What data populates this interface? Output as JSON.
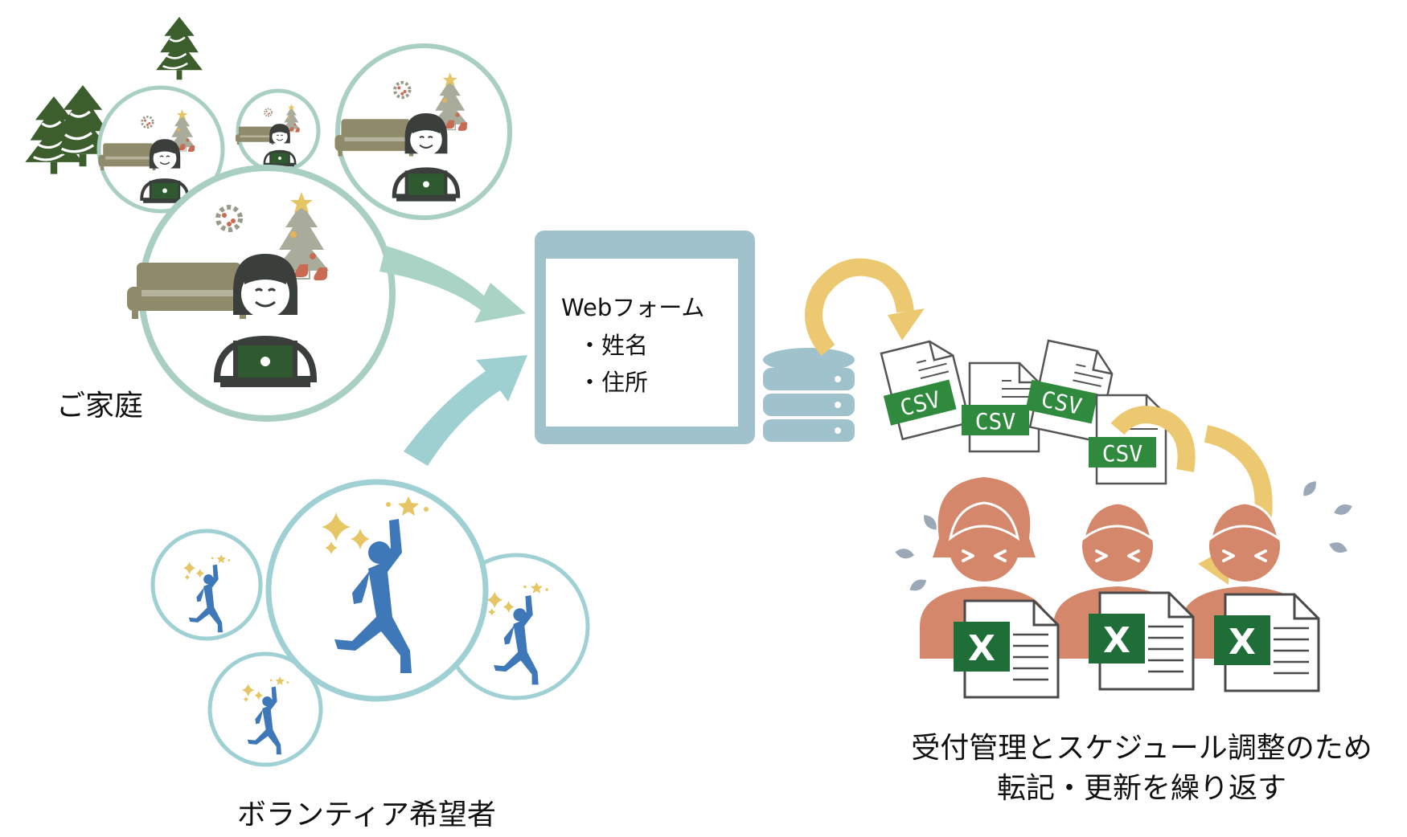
{
  "family": {
    "label": "ご家庭"
  },
  "volunteer": {
    "label": "ボランティア希望者"
  },
  "web_form": {
    "title": "Webフォーム",
    "items": [
      "・姓名",
      "・住所"
    ]
  },
  "csv_files": [
    {
      "label": "CSV"
    },
    {
      "label": "CSV"
    },
    {
      "label": "CSV"
    },
    {
      "label": "CSV"
    }
  ],
  "excel_icon_label": "X",
  "staff": {
    "caption_line1": "受付管理とスケジュール調整のため",
    "caption_line2": "転記・更新を繰り返す"
  },
  "colors": {
    "family_circle": "#a9cfc3",
    "volunteer_circle": "#9fd0d4",
    "arrow_family": "#a9d3c4",
    "arrow_volunteer": "#9ed0d2",
    "form_frame": "#9fc2cc",
    "database": "#9fc2cc",
    "sync_arrow": "#ecc870",
    "csv_green": "#2f8a3d",
    "excel_green": "#1f6e38",
    "staff_skin": "#d4876a",
    "staff_outline": "#4a4a4a",
    "tree_green": "#3c5e2d",
    "sofa": "#8e8a6a",
    "person_dark": "#3a3f3c",
    "volunteer_blue": "#3f78b8",
    "sparkle": "#e6c664",
    "sweat": "#9aa8b8"
  }
}
